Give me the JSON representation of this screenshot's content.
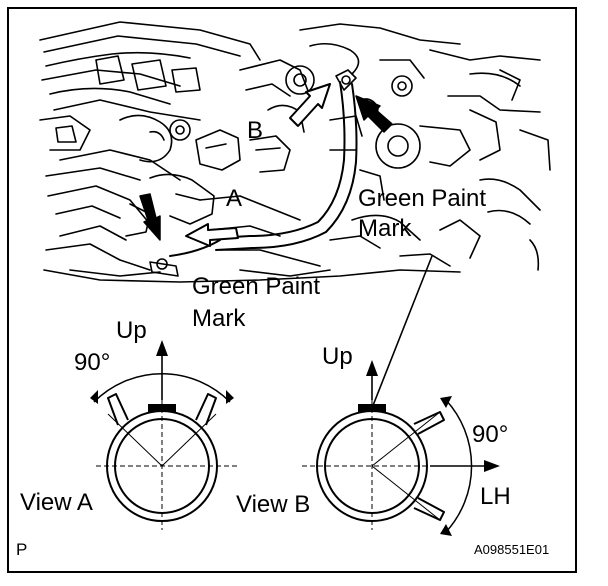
{
  "labels": {
    "engine_b": "B",
    "engine_a": "A",
    "green_paint_mark_right_line1": "Green Paint",
    "green_paint_mark_right_line2": "Mark",
    "green_paint_mark_left_line1": "Green Paint",
    "green_paint_mark_left_line2": "Mark"
  },
  "view_a": {
    "up": "Up",
    "angle": "90°",
    "title": "View A"
  },
  "view_b": {
    "up": "Up",
    "angle": "90°",
    "direction": "LH",
    "title": "View B"
  },
  "corner_letter": "P",
  "figure_code": "A098551E01"
}
